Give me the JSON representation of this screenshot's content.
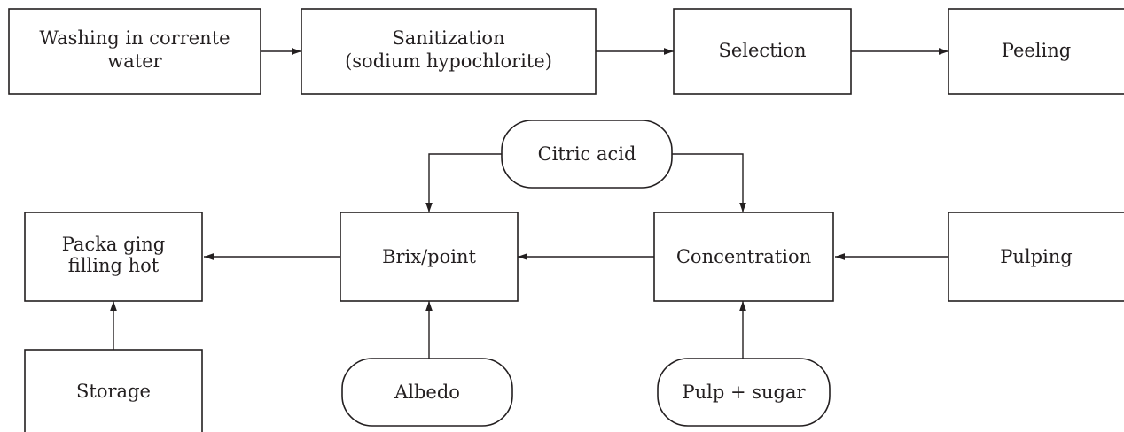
{
  "diagram": {
    "nodes": {
      "washing": {
        "lines": [
          "Washing in corrente",
          "water"
        ]
      },
      "sanitization": {
        "lines": [
          "Sanitization",
          "(sodium hypochlorite)"
        ]
      },
      "selection": {
        "lines": [
          "Selection"
        ]
      },
      "peeling": {
        "lines": [
          "Peeling"
        ]
      },
      "citric_acid": {
        "lines": [
          "Citric acid"
        ]
      },
      "packaging": {
        "lines": [
          "Packa ging",
          "filling hot"
        ]
      },
      "brix": {
        "lines": [
          "Brix/point"
        ]
      },
      "concentration": {
        "lines": [
          "Concentration"
        ]
      },
      "pulping": {
        "lines": [
          "Pulping"
        ]
      },
      "storage": {
        "lines": [
          "Storage"
        ]
      },
      "albedo": {
        "lines": [
          "Albedo"
        ]
      },
      "pulp_sugar": {
        "lines": [
          "Pulp + sugar"
        ]
      }
    },
    "edges": [
      {
        "from": "washing",
        "to": "sanitization"
      },
      {
        "from": "sanitization",
        "to": "selection"
      },
      {
        "from": "selection",
        "to": "peeling"
      },
      {
        "from": "pulping",
        "to": "concentration"
      },
      {
        "from": "concentration",
        "to": "brix"
      },
      {
        "from": "brix",
        "to": "packaging"
      },
      {
        "from": "citric_acid",
        "to": "brix"
      },
      {
        "from": "citric_acid",
        "to": "concentration"
      },
      {
        "from": "storage",
        "to": "packaging"
      },
      {
        "from": "albedo",
        "to": "brix"
      },
      {
        "from": "pulp_sugar",
        "to": "concentration"
      }
    ],
    "colors": {
      "stroke": "#231f20",
      "fill": "#ffffff",
      "text": "#231f20"
    }
  }
}
